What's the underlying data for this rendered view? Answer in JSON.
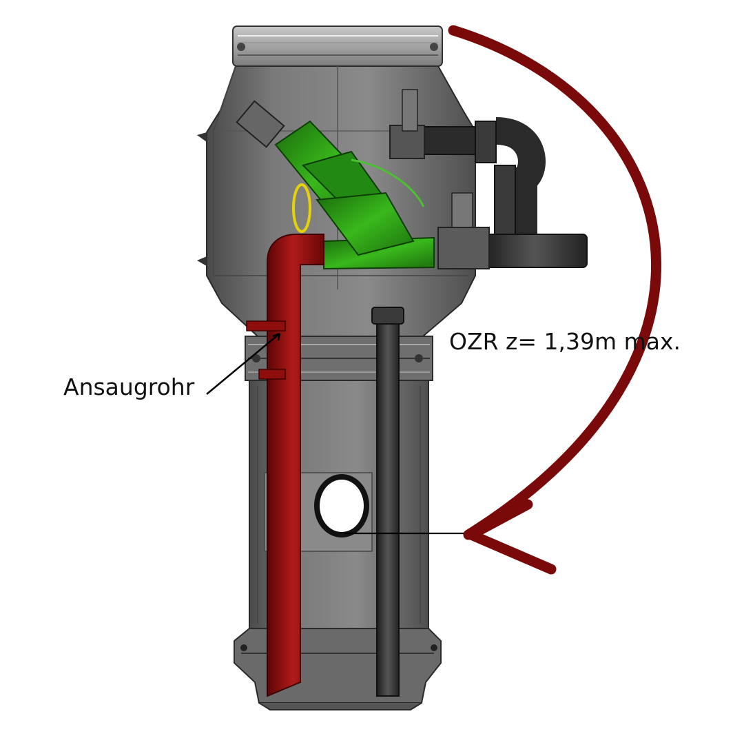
{
  "labels": {
    "intake_pipe": "Ansaugrohr",
    "pressure_height": "OZR z= 1,39m max."
  },
  "colors": {
    "housing": "#5f5f5f",
    "housing_dark": "#3a3a3a",
    "intake_pipe": "#8e0e0e",
    "vertical_pipe": "#3a3a3a",
    "valve_green": "#2d9a16",
    "arrow": "#7a0a0a",
    "background": "#ffffff"
  },
  "icons": [
    "curved-arrow-icon",
    "leader-line"
  ]
}
